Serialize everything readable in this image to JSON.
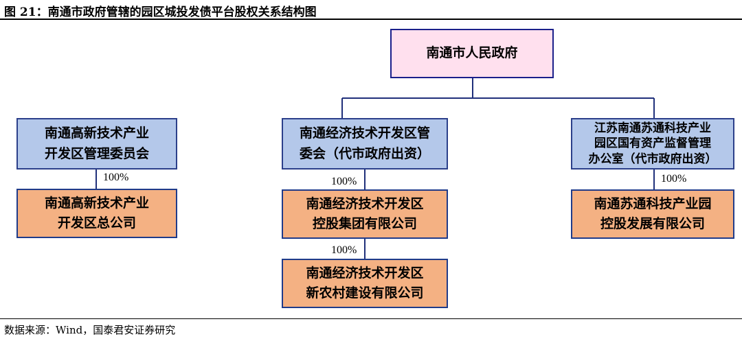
{
  "title": "图 21：南通市政府管辖的园区城投发债平台股权关系结构图",
  "source": "数据来源：Wind，国泰君安证券研究",
  "root": "南通市人民政府",
  "left": {
    "owner": "南通高新技术产业\n开发区管理委员会",
    "pct": "100%",
    "company": "南通高新技术产业\n开发区总公司"
  },
  "middle": {
    "owner": "南通经济技术开发区管\n委会（代市政府出资）",
    "pct1": "100%",
    "company1": "南通经济技术开发区\n控股集团有限公司",
    "pct2": "100%",
    "company2": "南通经济技术开发区\n新农村建设有限公司"
  },
  "right": {
    "owner": "江苏南通苏通科技产业\n园区国有资产监督管理\n办公室（代市政府出资）",
    "pct": "100%",
    "company": "南通苏通科技产业园\n控股发展有限公司"
  },
  "colors": {
    "root_fill": "#ffe0ee",
    "owner_fill": "#b4c8ea",
    "company_fill": "#f4b183",
    "border": "#1f3b8a"
  }
}
